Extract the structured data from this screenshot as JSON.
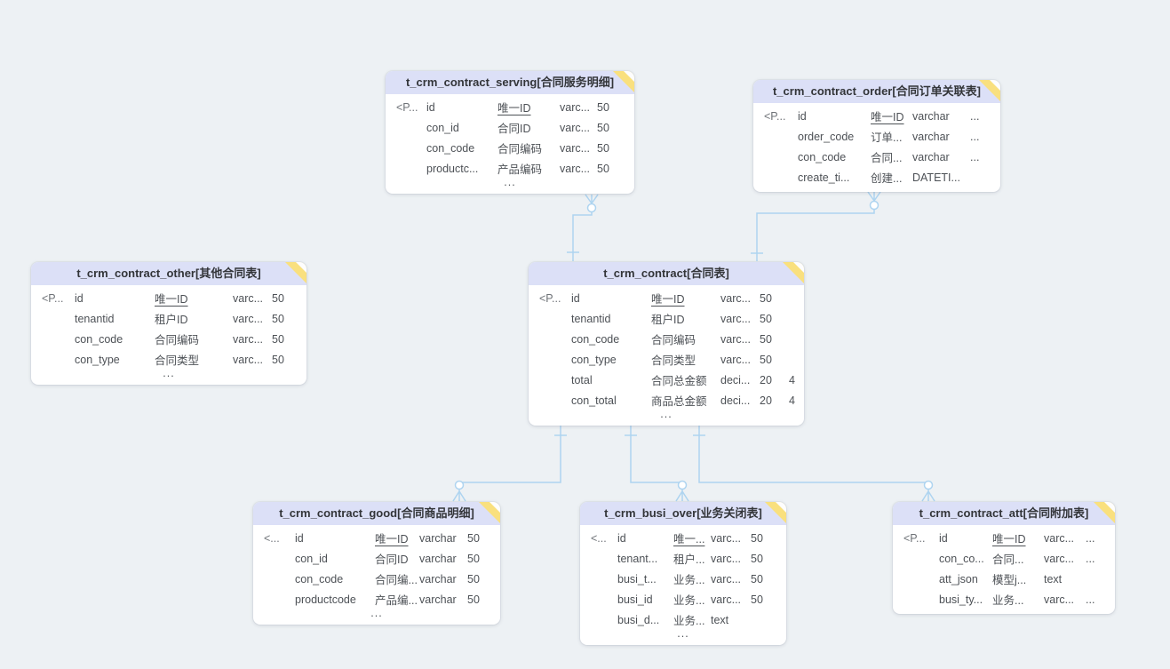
{
  "canvas": {
    "background": "#edf1f4",
    "header_color": "#dce0f7",
    "fold_color": "#f9e07e",
    "connector_color": "#aed4f0"
  },
  "tables": [
    {
      "title": "t_crm_contract_serving[合同服务明细]",
      "rows": [
        [
          "<P...",
          "id",
          "唯一ID",
          "varc...",
          "50"
        ],
        [
          "",
          "con_id",
          "合同ID",
          "varc...",
          "50"
        ],
        [
          "",
          "con_code",
          "合同编码",
          "varc...",
          "50"
        ],
        [
          "",
          "productc...",
          "产品编码",
          "varc...",
          "50"
        ]
      ],
      "ellipsis": "..."
    },
    {
      "title": "t_crm_contract_order[合同订单关联表]",
      "rows": [
        [
          "<P...",
          "id",
          "唯一ID",
          "varchar",
          "..."
        ],
        [
          "",
          "order_code",
          "订单...",
          "varchar",
          "..."
        ],
        [
          "",
          "con_code",
          "合同...",
          "varchar",
          "..."
        ],
        [
          "",
          "create_ti...",
          "创建...",
          "DATETI...",
          ""
        ]
      ]
    },
    {
      "title": "t_crm_contract_other[其他合同表]",
      "rows": [
        [
          "<P...",
          "id",
          "唯一ID",
          "varc...",
          "50"
        ],
        [
          "",
          "tenantid",
          "租户ID",
          "varc...",
          "50"
        ],
        [
          "",
          "con_code",
          "合同编码",
          "varc...",
          "50"
        ],
        [
          "",
          "con_type",
          "合同类型",
          "varc...",
          "50"
        ]
      ],
      "ellipsis": "..."
    },
    {
      "title": "t_crm_contract[合同表]",
      "rows": [
        [
          "<P...",
          "id",
          "唯一ID",
          "varc...",
          "50",
          ""
        ],
        [
          "",
          "tenantid",
          "租户ID",
          "varc...",
          "50",
          ""
        ],
        [
          "",
          "con_code",
          "合同编码",
          "varc...",
          "50",
          ""
        ],
        [
          "",
          "con_type",
          "合同类型",
          "varc...",
          "50",
          ""
        ],
        [
          "",
          "total",
          "合同总金额",
          "deci...",
          "20",
          "4"
        ],
        [
          "",
          "con_total",
          "商品总金额",
          "deci...",
          "20",
          "4"
        ]
      ],
      "ellipsis": "..."
    },
    {
      "title": "t_crm_contract_good[合同商品明细]",
      "rows": [
        [
          "<...",
          "id",
          "唯一ID",
          "varchar",
          "50"
        ],
        [
          "",
          "con_id",
          "合同ID",
          "varchar",
          "50"
        ],
        [
          "",
          "con_code",
          "合同编...",
          "varchar",
          "50"
        ],
        [
          "",
          "productcode",
          "产品编...",
          "varchar",
          "50"
        ]
      ],
      "ellipsis": "..."
    },
    {
      "title": "t_crm_busi_over[业务关闭表]",
      "rows": [
        [
          "<...",
          "id",
          "唯一...",
          "varc...",
          "50"
        ],
        [
          "",
          "tenant...",
          "租户...",
          "varc...",
          "50"
        ],
        [
          "",
          "busi_t...",
          "业务...",
          "varc...",
          "50"
        ],
        [
          "",
          "busi_id",
          "业务...",
          "varc...",
          "50"
        ],
        [
          "",
          "busi_d...",
          "业务...",
          "text",
          ""
        ]
      ],
      "ellipsis": "..."
    },
    {
      "title": "t_crm_contract_att[合同附加表]",
      "rows": [
        [
          "<P...",
          "id",
          "唯一ID",
          "varc...",
          "..."
        ],
        [
          "",
          "con_co...",
          "合同...",
          "varc...",
          "..."
        ],
        [
          "",
          "att_json",
          "模型j...",
          "text",
          ""
        ],
        [
          "",
          "busi_ty...",
          "业务...",
          "varc...",
          "..."
        ]
      ]
    }
  ],
  "relationships": [
    {
      "from_table": "t_crm_contract",
      "to_table": "t_crm_contract_serving",
      "from_cardinality": "one",
      "to_cardinality": "zero-or-many"
    },
    {
      "from_table": "t_crm_contract",
      "to_table": "t_crm_contract_order",
      "from_cardinality": "one",
      "to_cardinality": "zero-or-many"
    },
    {
      "from_table": "t_crm_contract",
      "to_table": "t_crm_contract_good",
      "from_cardinality": "one",
      "to_cardinality": "zero-or-many"
    },
    {
      "from_table": "t_crm_contract",
      "to_table": "t_crm_busi_over",
      "from_cardinality": "one",
      "to_cardinality": "zero-or-many"
    },
    {
      "from_table": "t_crm_contract",
      "to_table": "t_crm_contract_att",
      "from_cardinality": "one",
      "to_cardinality": "zero-or-many"
    }
  ]
}
